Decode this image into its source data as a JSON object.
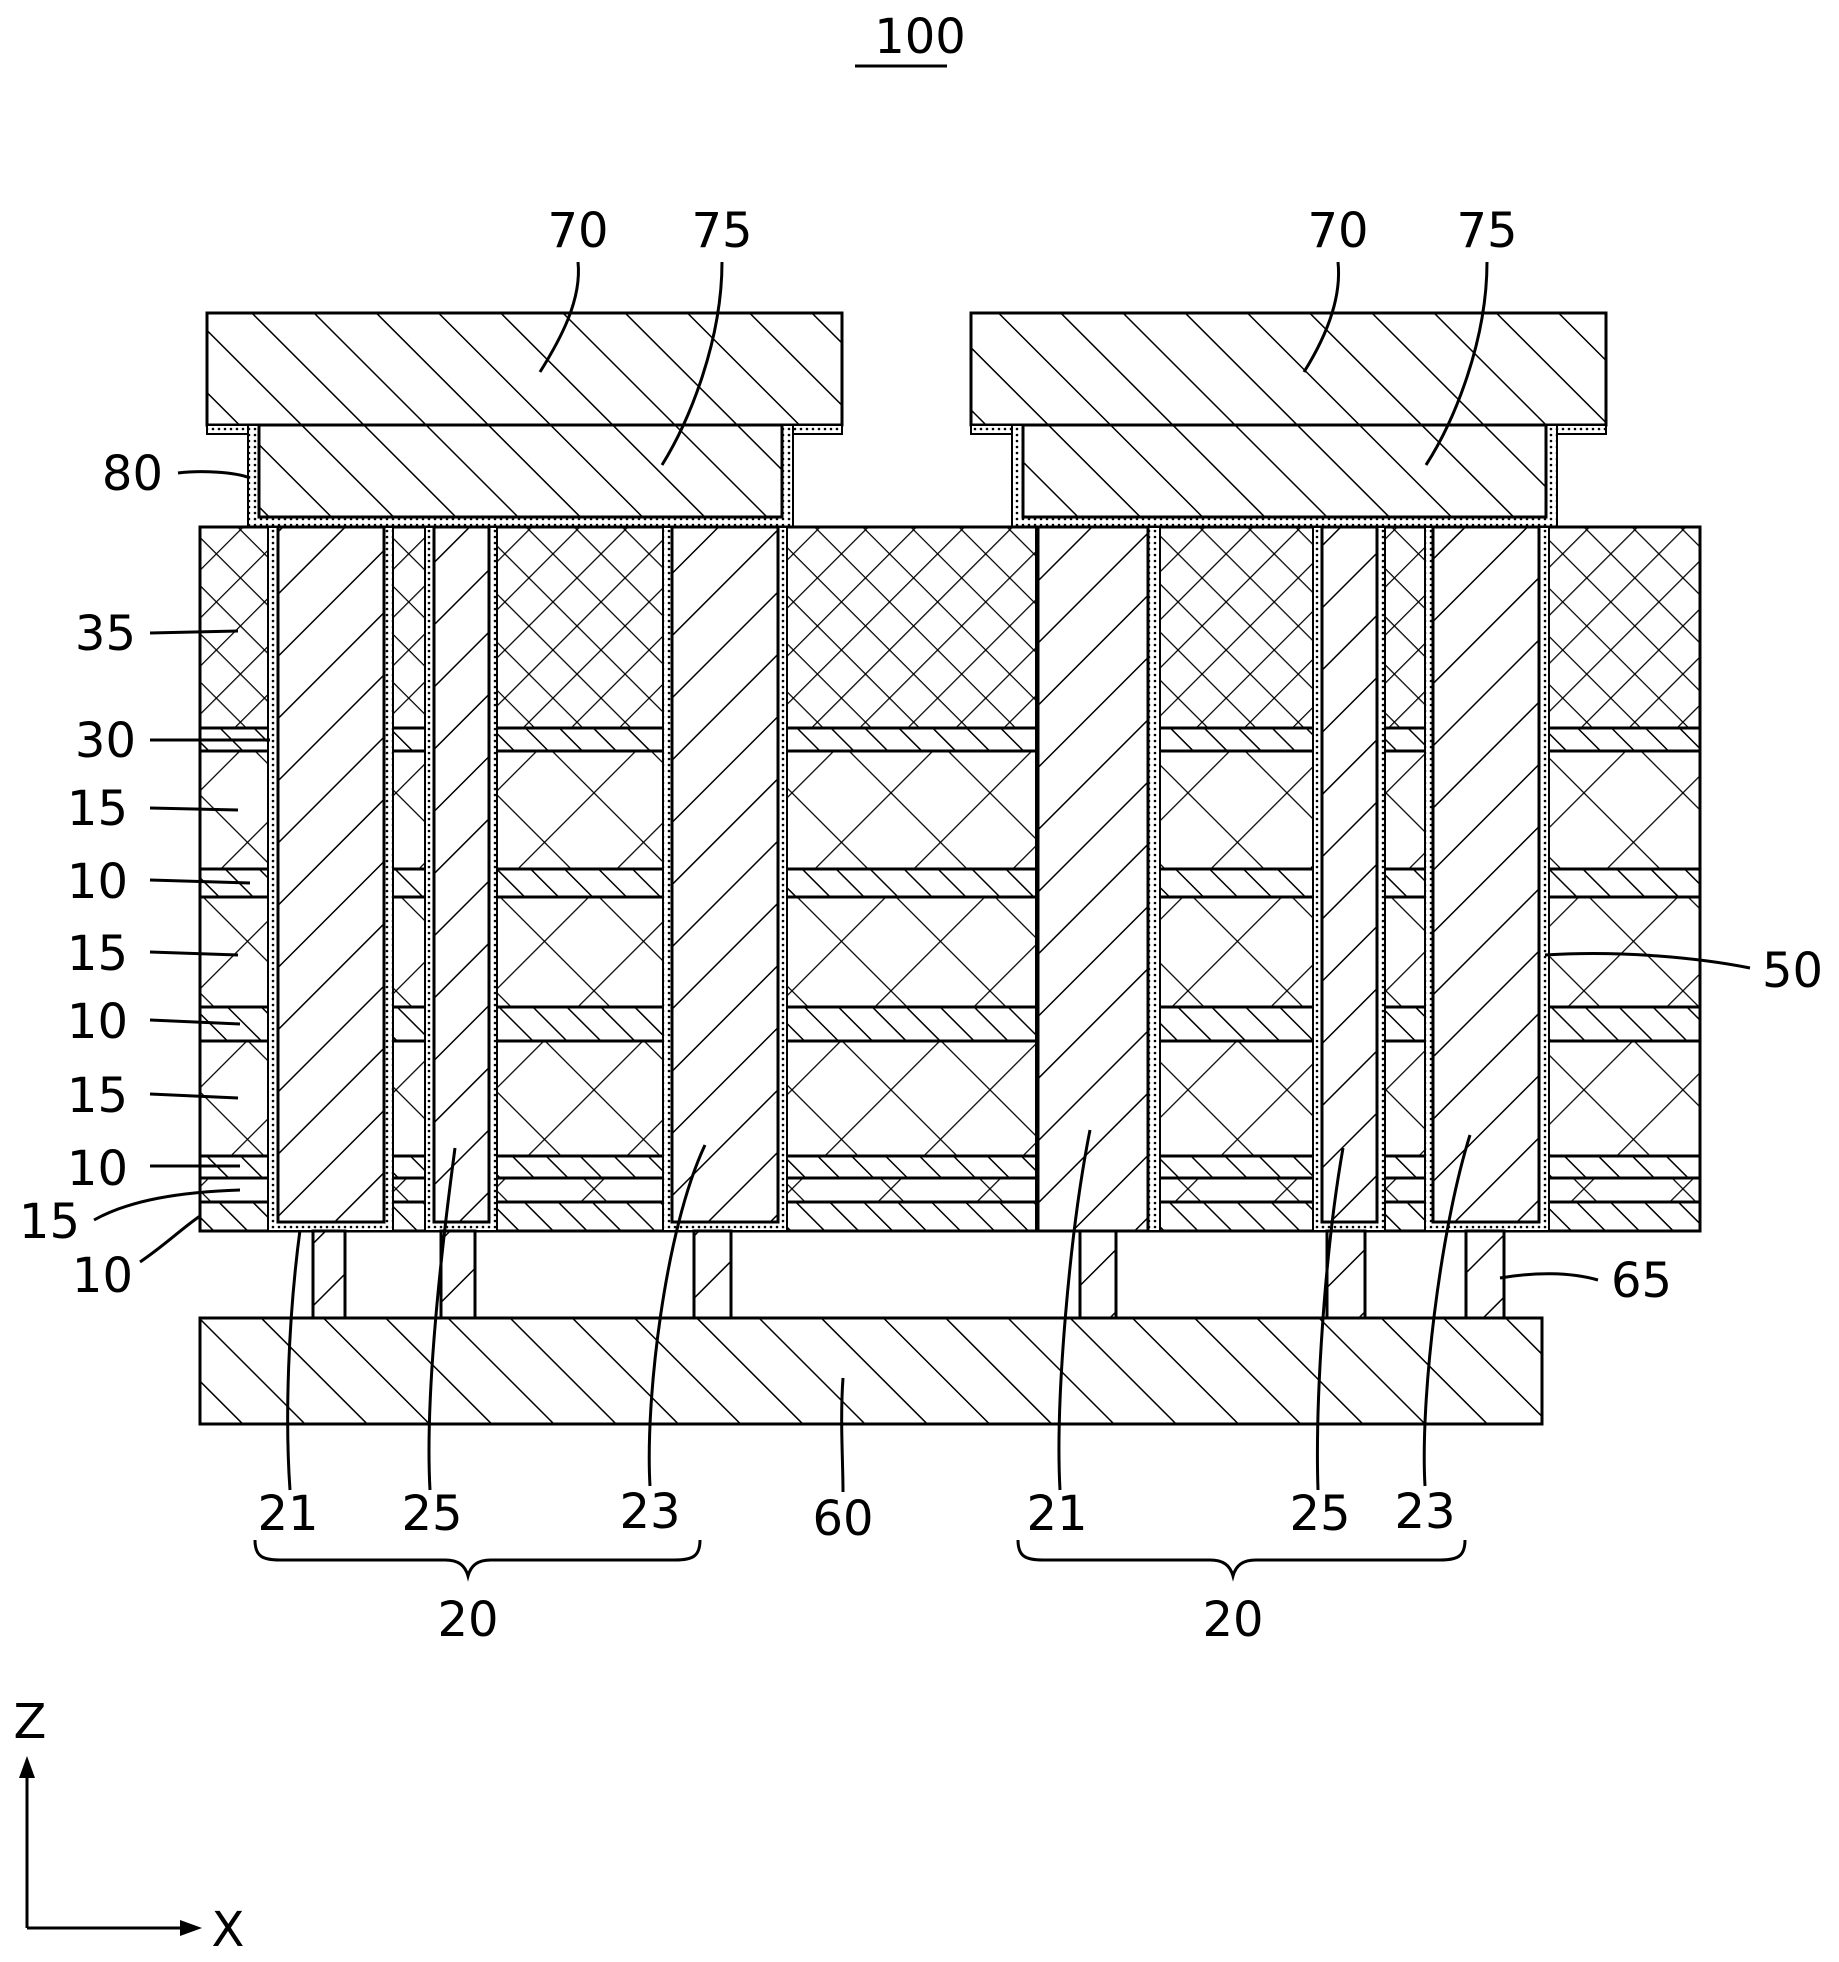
{
  "figure": {
    "title": "100",
    "labels": {
      "top_left_70": "70",
      "top_left_75": "75",
      "top_right_70": "70",
      "top_right_75": "75",
      "l80": "80",
      "l35": "35",
      "l30": "30",
      "l15a": "15",
      "l10a": "10",
      "l15b": "15",
      "l10b": "10",
      "l15c": "15",
      "l10c": "10",
      "l15d": "15",
      "l10d": "10",
      "l50": "50",
      "l65": "65",
      "b21a": "21",
      "b25a": "25",
      "b23a": "23",
      "b60": "60",
      "b21b": "21",
      "b25b": "25",
      "b23b": "23",
      "g20a": "20",
      "g20b": "20"
    },
    "axes": {
      "z": "Z",
      "x": "X"
    }
  }
}
